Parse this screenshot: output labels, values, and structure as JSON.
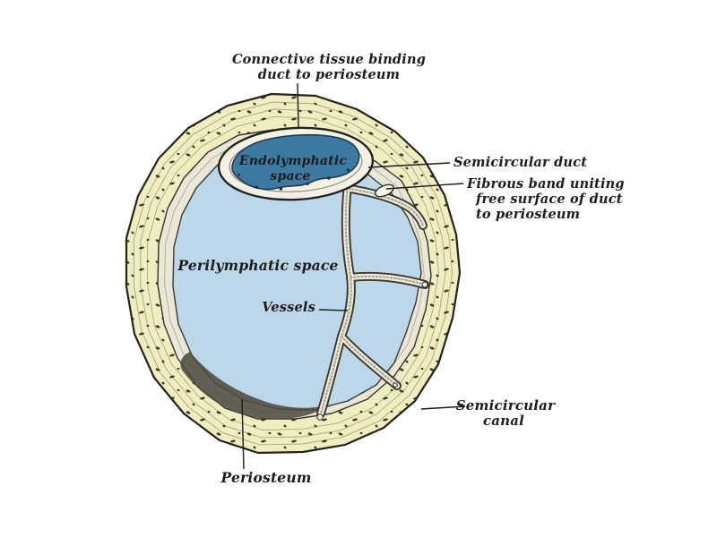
{
  "figure": {
    "labels": {
      "connective": {
        "line1": "Connective tissue binding",
        "line2": "duct to periosteum"
      },
      "endolymphatic": {
        "line1": "Endolymphatic",
        "line2": "space"
      },
      "semicircular_duct": {
        "text": "Semicircular duct"
      },
      "fibrous_band": {
        "line1": "Fibrous band uniting",
        "line2": "free surface of duct",
        "line3": "to periosteum"
      },
      "perilymphatic": {
        "text": "Perilymphatic space"
      },
      "vessels": {
        "text": "Vessels"
      },
      "semicircular_canal": {
        "line1": "Semicircular",
        "line2": "canal"
      },
      "periosteum": {
        "text": "Periosteum"
      }
    },
    "colors": {
      "background": "#ffffff",
      "canal_wall": "#f0eec1",
      "membrane": "#eae6d8",
      "perilymph": "#bdd7ea",
      "endolymph": "#3e79a1",
      "duct_rim": "#f4f1e6",
      "ink": "#1c1c1c"
    }
  }
}
